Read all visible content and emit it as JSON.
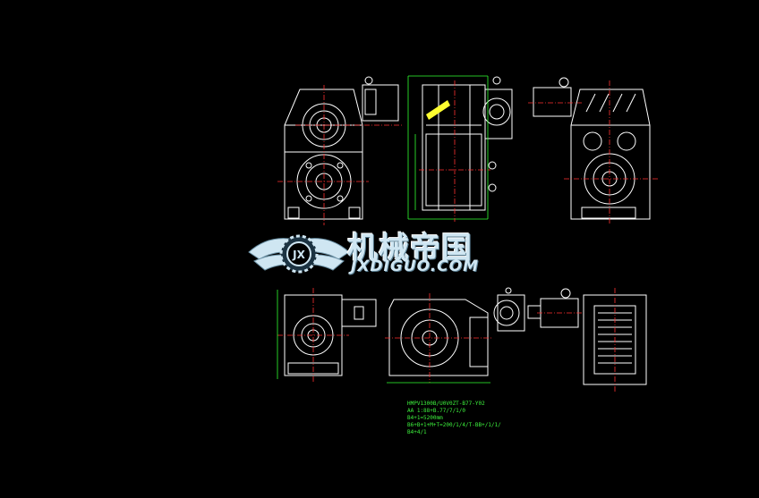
{
  "watermark": {
    "logo_letters": "JX",
    "name_cn": "机械帝国",
    "name_en": "JXDIGUO.COM"
  },
  "drawing": {
    "notes": [
      "HMPV1300B/U0V0ZT-B77-Y02",
      "AA 1:88+B.77/7/1/0",
      "B4+1=5200mm",
      "B6+B+1+M+T=200/1/4/T-BB+/1/1/",
      "B4+4/1"
    ]
  },
  "colors": {
    "background": "#000000",
    "outline": "#ffffff",
    "centerline": "#ff3030",
    "dimension": "#30ff30",
    "accent": "#ffff30",
    "watermark": "#cfe6f2"
  }
}
